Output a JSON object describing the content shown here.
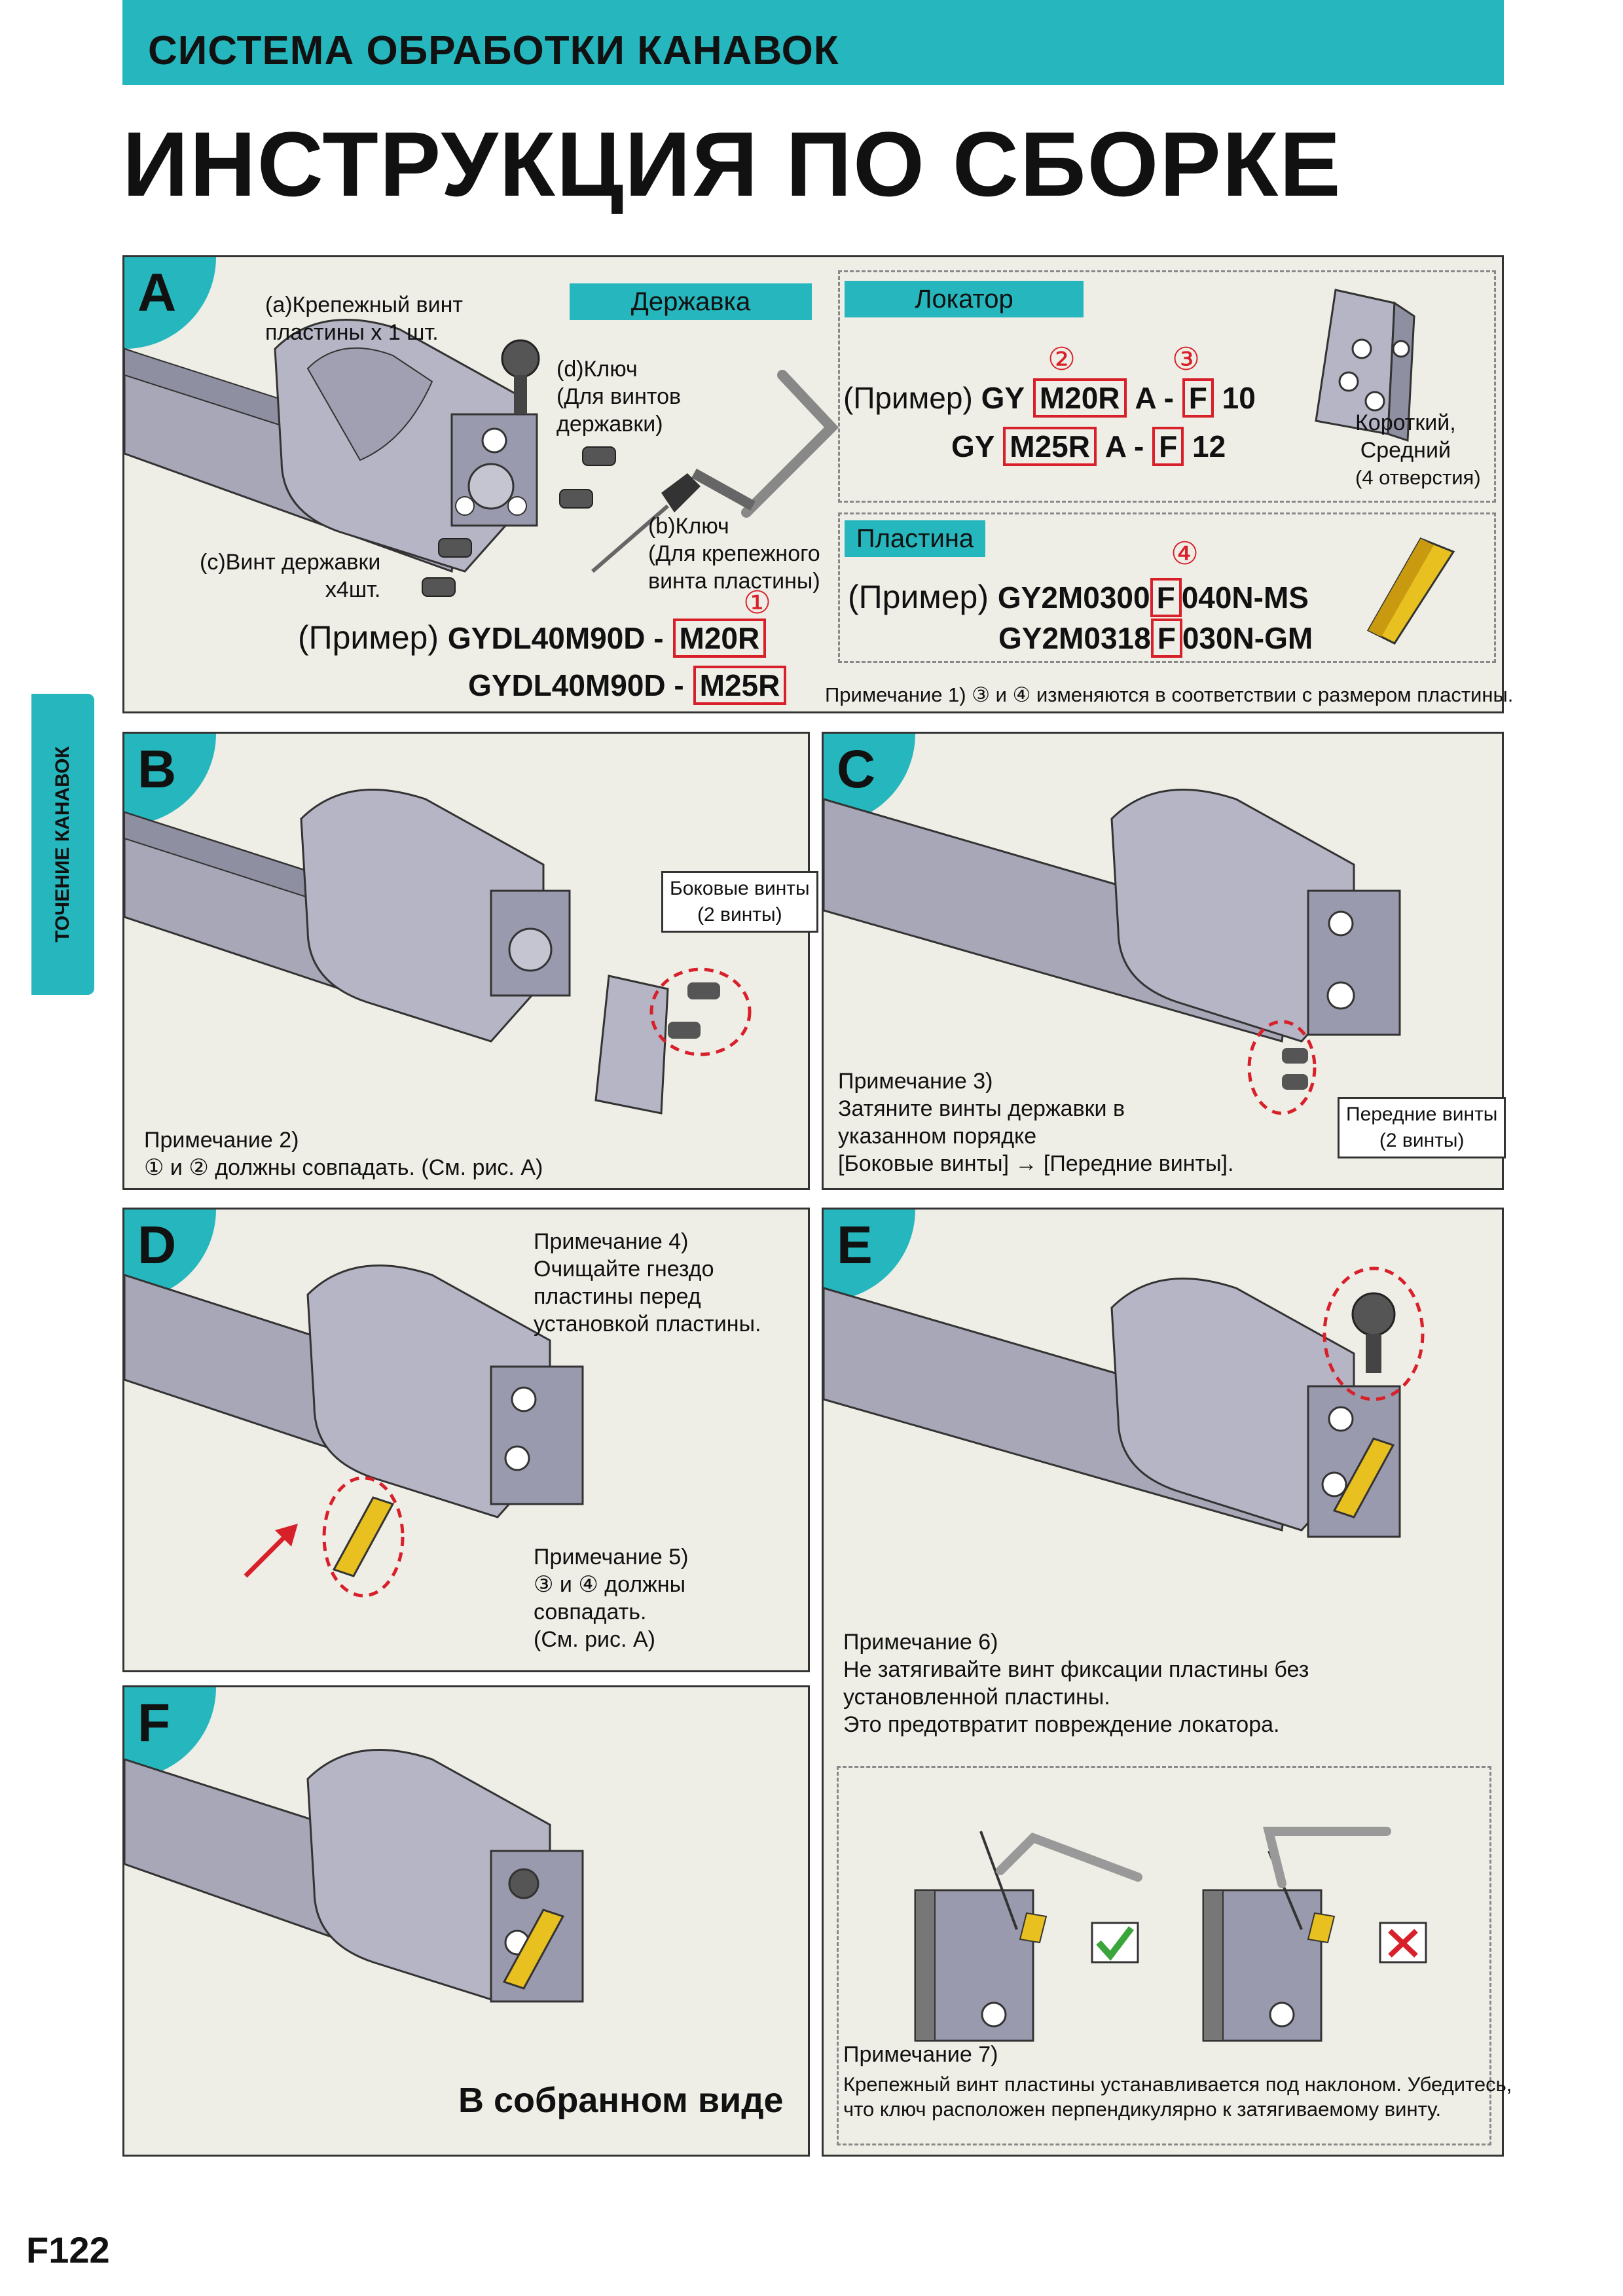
{
  "header": {
    "system_title": "СИСТЕМА ОБРАБОТКИ КАНАВОК",
    "main_title": "ИНСТРУКЦИЯ ПО СБОРКЕ"
  },
  "side_tab": {
    "label": "ТОЧЕНИЕ КАНАВОК"
  },
  "panel_a": {
    "letter": "A",
    "label_a": "(a)Крепежный винт\nпластины x 1 шт.",
    "label_d": "(d)Ключ\n(Для винтов\nдержавки)",
    "label_b": "(b)Ключ\n(Для крепежного\nвинта пластины)",
    "label_c": "(c)Винт державки\nх4шт.",
    "holder_label": "Державка",
    "locator_label": "Локатор",
    "insert_label": "Пластина",
    "example_word": "(Пример)",
    "holder_code_1": "GYDL40M90D -",
    "holder_code_2": "GYDL40M90D -",
    "holder_size_1": "M20R",
    "holder_size_2": "M25R",
    "circ1": "①",
    "circ2": "②",
    "circ3": "③",
    "circ4": "④",
    "loc_prefix": "GY",
    "loc_size_1": "M20R",
    "loc_size_2": "M25R",
    "loc_mid": "A -",
    "loc_f": "F",
    "loc_end_1": "10",
    "loc_end_2": "12",
    "loc_note": "Короткий,\nСредний",
    "loc_note_small": "(4 отверстия)",
    "ins_code_1a": "GY2M0300",
    "ins_code_1b": "040N-MS",
    "ins_code_2a": "GY2M0318",
    "ins_code_2b": "030N-GM",
    "ins_f": "F",
    "note1": "Примечание 1) ③ и ④ изменяются в соответствии с размером пластины."
  },
  "panel_b": {
    "letter": "B",
    "callout": "Боковые винты\n(2 винты)",
    "note": "Примечание 2)\n① и ② должны совпадать. (См. рис. A)"
  },
  "panel_c": {
    "letter": "C",
    "callout": "Передние винты\n(2 винты)",
    "note": "Примечание 3)\nЗатяните винты державки в\nуказанном порядке\n[Боковые винты] → [Передние винты]."
  },
  "panel_d": {
    "letter": "D",
    "note4": "Примечание 4)\nОчищайте гнездо\nпластины перед\nустановкой пластины.",
    "note5": "Примечание 5)\n③ и ④ должны\nсовпадать.\n(См. рис. A)"
  },
  "panel_e": {
    "letter": "E",
    "note6": "Примечание 6)\nНе затягивайте винт фиксации пластины без\nустановленной пластины.\nЭто предотвратит повреждение локатора.",
    "note7_title": "Примечание 7)",
    "note7": "Крепежный винт пластины устанавливается под наклоном. Убедитесь,\nчто ключ расположен перпендикулярно к затягиваемому винту."
  },
  "panel_f": {
    "letter": "F",
    "caption": "В собранном виде"
  },
  "footer": {
    "page_number": "F122"
  },
  "colors": {
    "accent": "#25b7bd",
    "red": "#d8202a",
    "panel_bg": "#efeee6",
    "tool": "#a7a7b8",
    "insert": "#e8c020"
  }
}
